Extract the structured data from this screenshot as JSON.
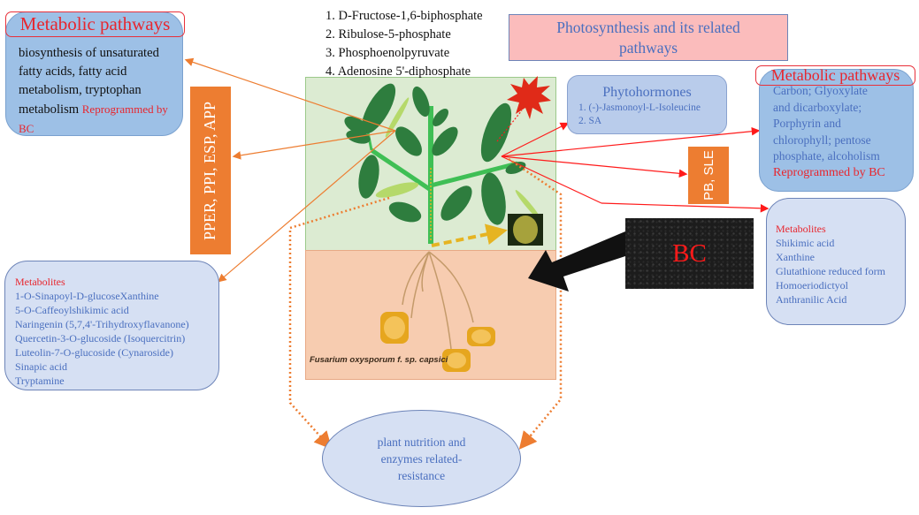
{
  "metabolic_left": {
    "title": "Metabolic pathways",
    "text": "biosynthesis of unsaturated fatty acids, fatty acid metabolism, tryptophan metabolism",
    "note": "Reprogrammed by BC"
  },
  "compounds": [
    "1. D-Fructose-1,6-biphosphate",
    "2. Ribulose-5-phosphate",
    "3. Phosphoenolpyruvate",
    "4. Adenosine 5'-diphosphate"
  ],
  "photosynthesis": {
    "line1": "Photosynthesis and its related",
    "line2": "pathways"
  },
  "enzymes_left": "PPER, PPI, ESP, APP",
  "enzymes_right": "PB, SLE",
  "phytohormones": {
    "title": "Phytohormones",
    "items": [
      "1. (-)-Jasmonoyl-L-Isoleucine",
      "2. SA"
    ]
  },
  "metabolic_right": {
    "title": "Metabolic pathways",
    "lines": [
      "Carbon; Glyoxylate",
      "and dicarboxylate;",
      "Porphyrin and",
      "chlorophyll;  pentose",
      "phosphate, alcoholism"
    ],
    "note": "Reprogrammed by BC"
  },
  "metabolites_right": {
    "title": "Metabolites",
    "items": [
      "Shikimic  acid",
      "Xanthine",
      "Glutathione  reduced form",
      "Homoeriodictyol",
      "Anthranilic  Acid"
    ]
  },
  "metabolites_left": {
    "title": "Metabolites",
    "items": [
      "1-O-Sinapoyl-D-glucoseXanthine",
      "5-O-Caffeoylshikimic  acid",
      "Naringenin  (5,7,4'-Trihydroxyflavanone)",
      "Quercetin-3-O-glucoside  (Isoquercitrin)",
      "Luteolin-7-O-glucoside  (Cynaroside)",
      "Sinapic  acid",
      "Tryptamine"
    ]
  },
  "biochar_label": "BC",
  "pathogen_label": "Fusarium oxysporum f. sp. capsici",
  "outcome": "plant nutrition  and enzymes related-resistance",
  "colors": {
    "box_blue": "#9dc0e6",
    "box_light": "#d6e0f3",
    "text_blue": "#4a6fbf",
    "accent_red": "#e8262e",
    "accent_orange": "#ed7d31",
    "photo_pink": "#fbbcbc",
    "leaf_green": "#2e7d3e",
    "soil": "#f7ccb0"
  }
}
